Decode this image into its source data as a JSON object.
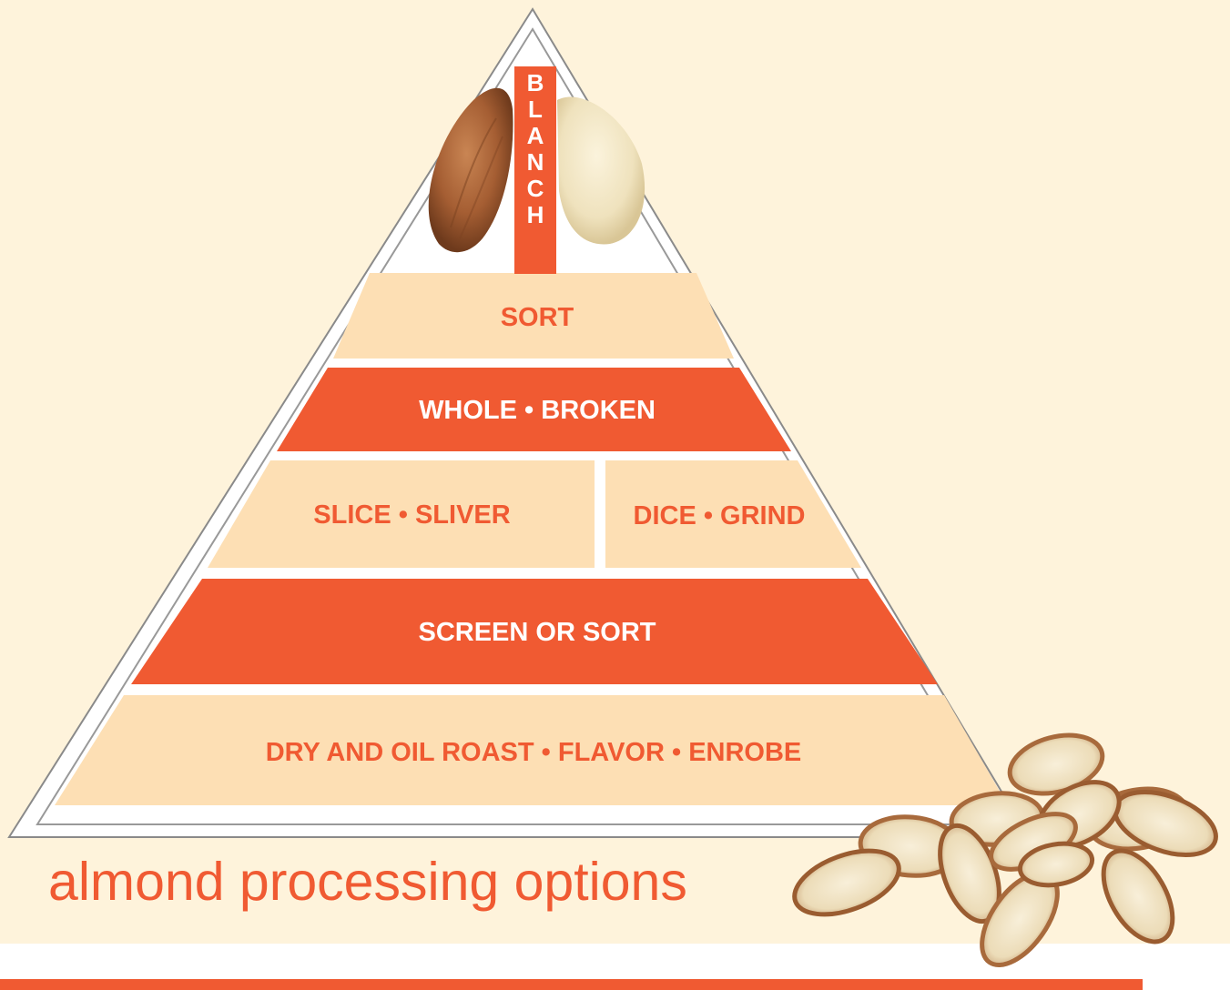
{
  "pyramid": {
    "top": {
      "letters": [
        "B",
        "L",
        "A",
        "N",
        "C",
        "H"
      ]
    },
    "tiers": [
      {
        "id": "sort",
        "label": "SORT"
      },
      {
        "id": "whole-broken",
        "label": "WHOLE • BROKEN"
      },
      {
        "id": "slice-sliver",
        "label": "SLICE • SLIVER"
      },
      {
        "id": "dice-grind",
        "label": "DICE • GRIND"
      },
      {
        "id": "screen-or-sort",
        "label": "SCREEN OR SORT"
      },
      {
        "id": "roast-flavor-enrobe",
        "label": "DRY AND OIL ROAST • FLAVOR • ENROBE"
      }
    ]
  },
  "caption": "almond processing options",
  "colors": {
    "background": "#fef3db",
    "accent": "#f05a32",
    "light_tier": "#fddfb4",
    "outline": "#8a8a8a"
  }
}
